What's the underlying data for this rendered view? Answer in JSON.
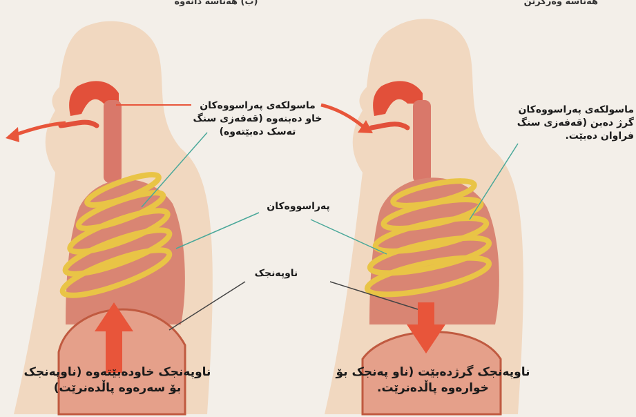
{
  "header": {
    "left_fragment": "(ب) هەناسە دانەوە",
    "right_fragment": "هەناسە وەرگرتن"
  },
  "labels": {
    "rib_muscles_left": [
      "ماسولکەی پەراسووەکان",
      "خاو دەبنەوە (قەفەزی سنگ",
      "تەسک دەبێتەوە)"
    ],
    "rib_muscles_right": [
      "ماسولکەی پەراسووەکان",
      "گرژ دەبن (قەفەزی سنگ",
      "فراوان دەبێت."
    ],
    "ribs": "پەراسووەکان",
    "diaphragm": "ناوپەنجک"
  },
  "captions": {
    "left": [
      "ناوپەنجک خاودەبێتەوە (ناوپەنجک",
      "بۆ سەرەوە پاڵدەنرێت)"
    ],
    "right": [
      "ناوپەنجک گرژدەبێت (ناو پەنجک بۆ",
      "خوارەوە پاڵدەنرێت."
    ]
  },
  "colors": {
    "body": "#f1d8c0",
    "airway": "#e2503a",
    "lung": "#d98573",
    "rib": "#e9c446",
    "arrow": "#e8553a",
    "leader": "#4aa89a"
  }
}
